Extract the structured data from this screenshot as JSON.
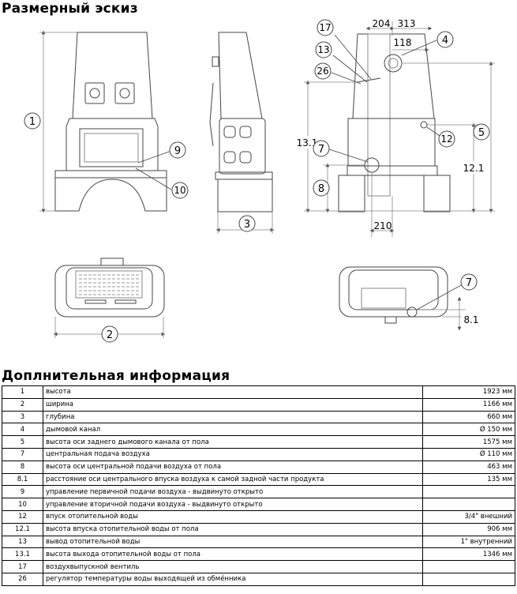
{
  "titles": {
    "sketch": "Размерный эскиз",
    "info": "Доплнительная информация"
  },
  "callouts": {
    "c1": "1",
    "c2": "2",
    "c3": "3",
    "c4": "4",
    "c5": "5",
    "c7": "7",
    "c7b": "7",
    "c8": "8",
    "c8_1": "8.1",
    "c9": "9",
    "c10": "10",
    "c12": "12",
    "c12_1": "12.1",
    "c13": "13",
    "c13_1": "13.1",
    "c17": "17",
    "c26": "26"
  },
  "dims": {
    "d204": "204",
    "d313": "313",
    "d118": "118",
    "d210": "210"
  },
  "rows": [
    {
      "num": "1",
      "desc": "высота",
      "val": "1923 мм"
    },
    {
      "num": "2",
      "desc": "ширина",
      "val": "1166 мм"
    },
    {
      "num": "3",
      "desc": "глубина",
      "val": "660 мм"
    },
    {
      "num": "4",
      "desc": "дымовой канал",
      "val": "Ø 150 мм"
    },
    {
      "num": "5",
      "desc": "высота оси заднего дымового канала от пола",
      "val": "1575 мм"
    },
    {
      "num": "7",
      "desc": "центральная подача воздуха",
      "val": "Ø 110 мм"
    },
    {
      "num": "8",
      "desc": "высота оси центральной подачи воздуха от пола",
      "val": "463 мм"
    },
    {
      "num": "8.1",
      "desc": "расстояние оси центрального впуска воздуха к самой задной части продукта",
      "val": "135 мм"
    },
    {
      "num": "9",
      "desc": "управление первичной подачи воздуха - выдвинуто открыто",
      "val": ""
    },
    {
      "num": "10",
      "desc": "управление вторичной подачи воздуха - выдвинуто открыто",
      "val": ""
    },
    {
      "num": "12",
      "desc": "впуск отопительной воды",
      "val": "3/4\" внешний"
    },
    {
      "num": "12.1",
      "desc": "высота впуска отопительной воды от пола",
      "val": "906 мм"
    },
    {
      "num": "13",
      "desc": "вывод отопительной воды",
      "val": "1\" внутренний"
    },
    {
      "num": "13.1",
      "desc": "высота выхода отопительной воды от пола",
      "val": "1346 мм"
    },
    {
      "num": "17",
      "desc": "воздухвыпускной вентиль",
      "val": ""
    },
    {
      "num": "26",
      "desc": "регулятор температуры воды выходящей из обме́нника",
      "val": ""
    }
  ]
}
